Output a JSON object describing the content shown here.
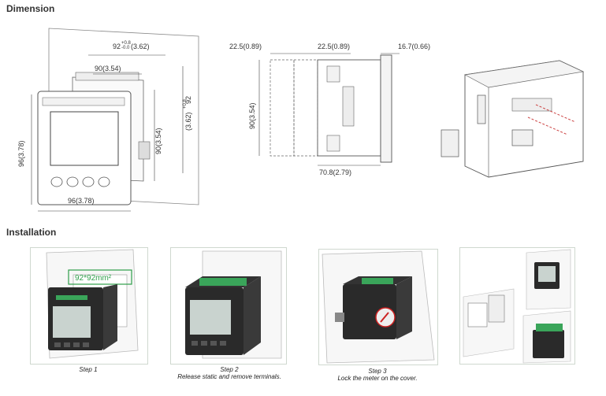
{
  "sections": {
    "dimension_title": "Dimension",
    "installation_title": "Installation"
  },
  "dimension": {
    "front": {
      "cutout_width": "92",
      "cutout_tol_plus": "+0.8",
      "cutout_tol_minus": "-0.0",
      "cutout_width_in": "(3.62)",
      "body_width": "90(3.54)",
      "height": "96(3.78)",
      "body_height": "90(3.54)",
      "cutout_height": "92",
      "cutout_height_in": "(3.62)",
      "width": "96(3.78)"
    },
    "side": {
      "left_offset_1": "22.5(0.89)",
      "left_offset_2": "22.5(0.89)",
      "right_depth": "16.7(0.66)",
      "height": "90(3.54)",
      "depth": "70.8(2.79)"
    }
  },
  "installation": {
    "steps": [
      {
        "label": "Step 1",
        "sub": ""
      },
      {
        "label": "Step  2",
        "sub": "Release static and remove terminals."
      },
      {
        "label": "Step 3",
        "sub": "Lock the meter on the cover."
      }
    ],
    "cutout_label": "92*92mm²"
  },
  "colors": {
    "terminal_green": "#3aa55a",
    "cutout_green": "#2e9e4a",
    "panel_border": "#cfd8cf",
    "meter_body": "#2a2a2a",
    "screen": "#c9d3cf"
  }
}
